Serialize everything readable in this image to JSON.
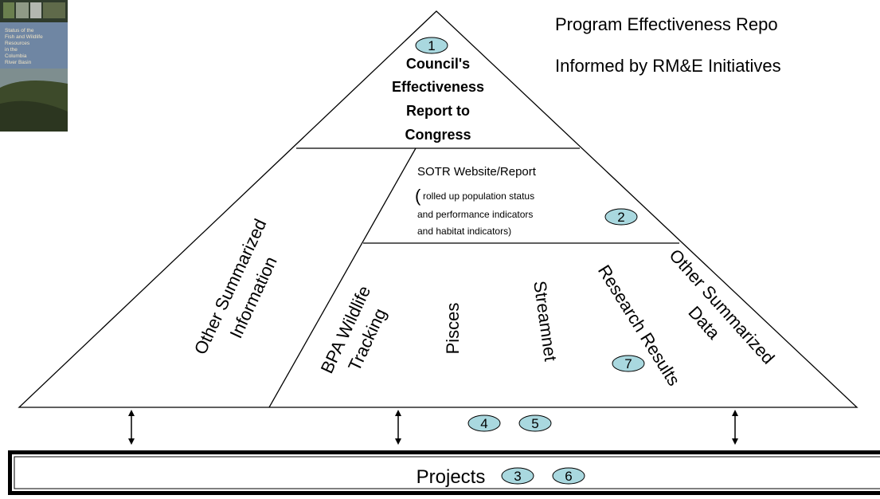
{
  "header": {
    "line1": "Program Effectiveness Repo",
    "line2": "Informed by RM&E Initiatives"
  },
  "cover_image": {
    "lines": [
      "Status of the",
      "Fish and Wildlife",
      "Resources",
      "in the",
      "Columbia",
      "River Basin"
    ]
  },
  "pyramid": {
    "apex": {
      "line1": "Council's",
      "line2": "Effectiveness",
      "line3": "Report to",
      "line4": "Congress"
    },
    "sotr": {
      "title": "SOTR Website/Report",
      "paren": "(",
      "line1": "rolled up population status",
      "line2": "and performance indicators",
      "line3": "and habitat indicators)"
    },
    "left_panel": {
      "line1": "Other Summarized",
      "line2": "Information"
    },
    "base_items": [
      {
        "line1": "BPA Wildlife",
        "line2": "Tracking"
      },
      {
        "line1": "Pisces"
      },
      {
        "line1": "Streamnet"
      },
      {
        "line1": "Research Results"
      },
      {
        "line1": "Other Summarized",
        "line2": "Data"
      }
    ]
  },
  "badges": [
    "1",
    "2",
    "3",
    "4",
    "5",
    "6",
    "7"
  ],
  "projects": {
    "label": "Projects"
  },
  "colors": {
    "badge_fill": "#a9d8df",
    "line": "#000000",
    "cover_sky": "#5b6f86"
  }
}
